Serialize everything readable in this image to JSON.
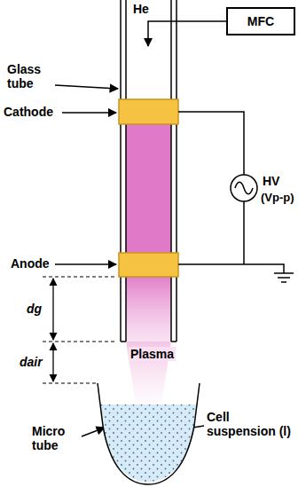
{
  "diagram": {
    "nodes": [
      {
        "text": [
          "MFC"
        ]
      }
    ],
    "labels": [
      "He",
      "Glass tube",
      "Cathode",
      "Anode",
      "HV",
      "(Vp-p)",
      "dg",
      "dair",
      "Plasma",
      "Micro tube",
      "Cell suspension (l)"
    ]
  }
}
